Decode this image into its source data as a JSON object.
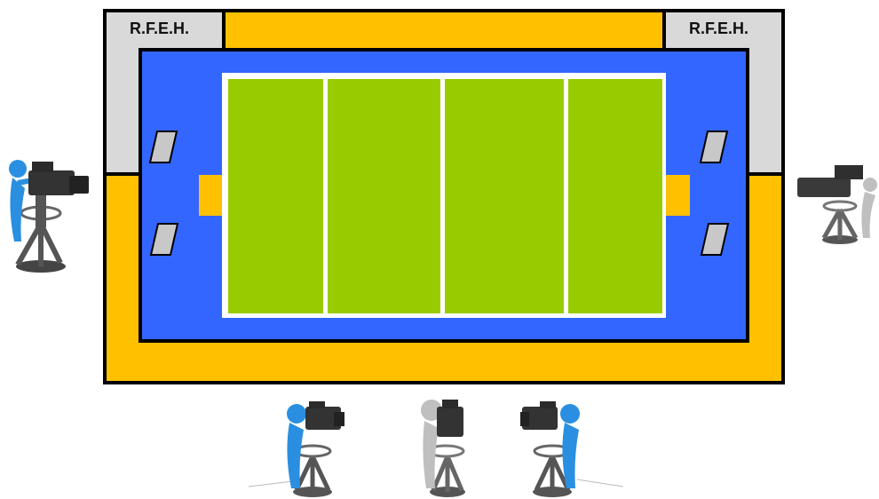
{
  "labels": {
    "left_corner": "R.F.E.H.",
    "right_corner": "R.F.E.H."
  },
  "colors": {
    "border_orange": "#FFC000",
    "corner_grey": "#D9D9D9",
    "surround_blue": "#3366FF",
    "court_green": "#99CC00",
    "court_line": "#FFFFFF",
    "outline": "#000000",
    "bench_grey": "#C8C8C8",
    "camera_figure_blue": "#2A8FE0",
    "camera_figure_grey": "#BFBFBF",
    "camera_body": "#333333"
  },
  "cameras": [
    {
      "id": "cam-left",
      "figure": "blue",
      "facing": "right"
    },
    {
      "id": "cam-right",
      "figure": "grey",
      "facing": "left"
    },
    {
      "id": "cam-bottom-left",
      "figure": "blue",
      "facing": "right"
    },
    {
      "id": "cam-bottom-center",
      "figure": "grey",
      "facing": "away"
    },
    {
      "id": "cam-bottom-right",
      "figure": "blue",
      "facing": "left"
    }
  ],
  "court": {
    "zones": 4,
    "goal_areas": 2,
    "benches_per_side": 2
  }
}
